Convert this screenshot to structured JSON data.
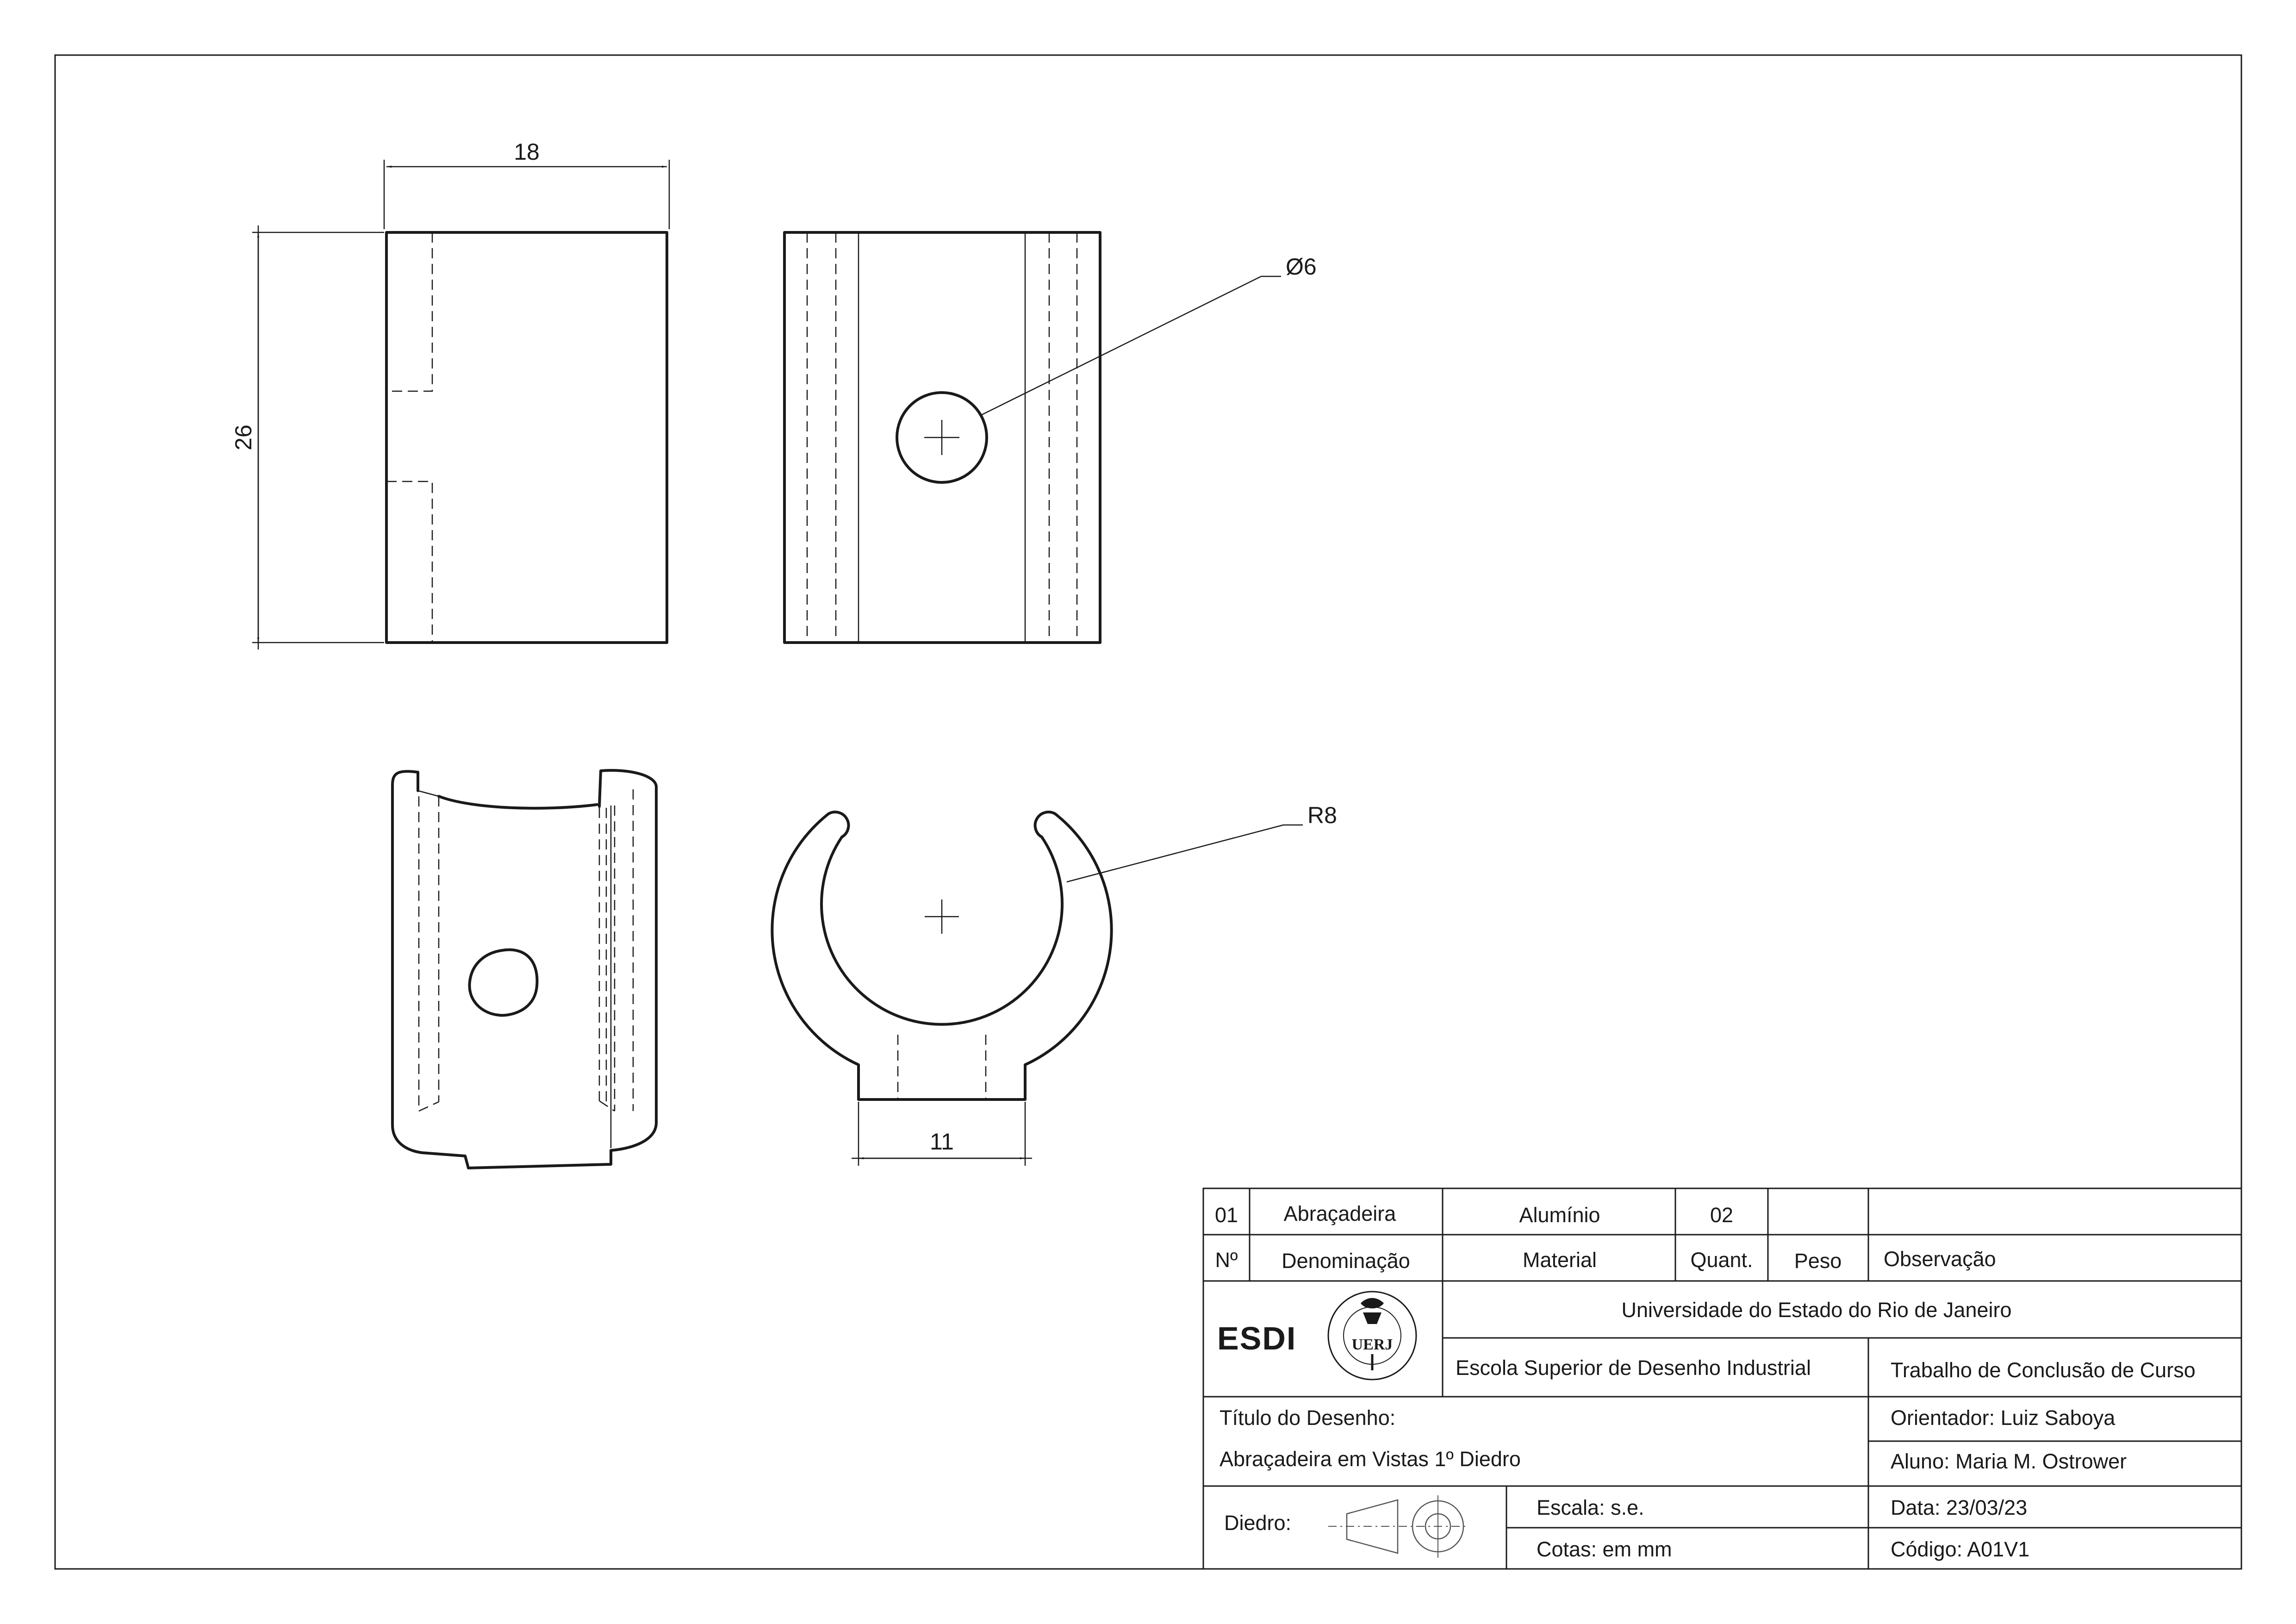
{
  "dimensions": {
    "width": "18",
    "height": "26",
    "hole_diameter": "Ø6",
    "radius": "R8",
    "opening": "11"
  },
  "parts_list": {
    "row": {
      "number": "01",
      "name": "Abraçadeira",
      "material": "Alumínio",
      "quantity": "02",
      "weight": "",
      "notes": ""
    },
    "headers": {
      "number": "Nº",
      "name": "Denominação",
      "material": "Material",
      "quantity": "Quant.",
      "weight": "Peso",
      "notes": "Observação"
    }
  },
  "title_block": {
    "logo_text": "ESDI",
    "seal_text": "UERJ",
    "university": "Universidade do Estado do Rio de Janeiro",
    "school": "Escola Superior de Desenho Industrial",
    "course": "Trabalho de Conclusão de Curso",
    "drawing_title_label": "Título do Desenho:",
    "drawing_title": "Abraçadeira em Vistas 1º Diedro",
    "advisor": "Orientador: Luiz Saboya",
    "student": "Aluno: Maria M. Ostrower",
    "projection_label": "Diedro:",
    "scale": "Escala:  s.e.",
    "units": "Cotas: em mm",
    "date": "Data:  23/03/23",
    "code": "Código:   A01V1"
  }
}
